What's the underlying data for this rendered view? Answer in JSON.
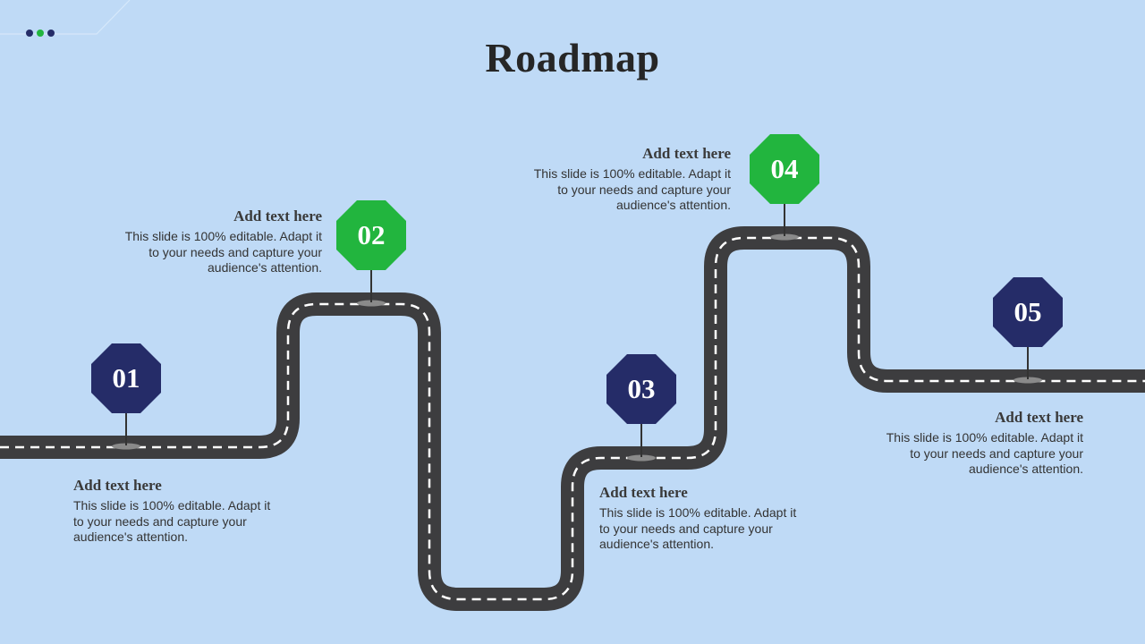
{
  "title": "Roadmap",
  "colors": {
    "background": "#BFDAF6",
    "navy": "#252C68",
    "green": "#22B53E",
    "road": "#3D3D3F",
    "lane": "#FFFFFF"
  },
  "decoration": {
    "dots": [
      "#252C68",
      "#22B53E",
      "#252C68"
    ]
  },
  "milestones": [
    {
      "number": "01",
      "color": "navy",
      "heading": "Add text here",
      "body": "This slide is 100% editable. Adapt it to your needs and capture your audience's attention."
    },
    {
      "number": "02",
      "color": "green",
      "heading": "Add text here",
      "body": "This slide is 100% editable. Adapt it to your needs and capture your audience's attention."
    },
    {
      "number": "03",
      "color": "navy",
      "heading": "Add text here",
      "body": "This slide is 100% editable. Adapt it to your needs and capture your audience's attention."
    },
    {
      "number": "04",
      "color": "green",
      "heading": "Add text here",
      "body": "This slide is 100% editable. Adapt it to your needs and capture your audience's attention."
    },
    {
      "number": "05",
      "color": "navy",
      "heading": "Add text here",
      "body": "This slide is 100% editable. Adapt it to your needs and capture your audience's attention."
    }
  ]
}
